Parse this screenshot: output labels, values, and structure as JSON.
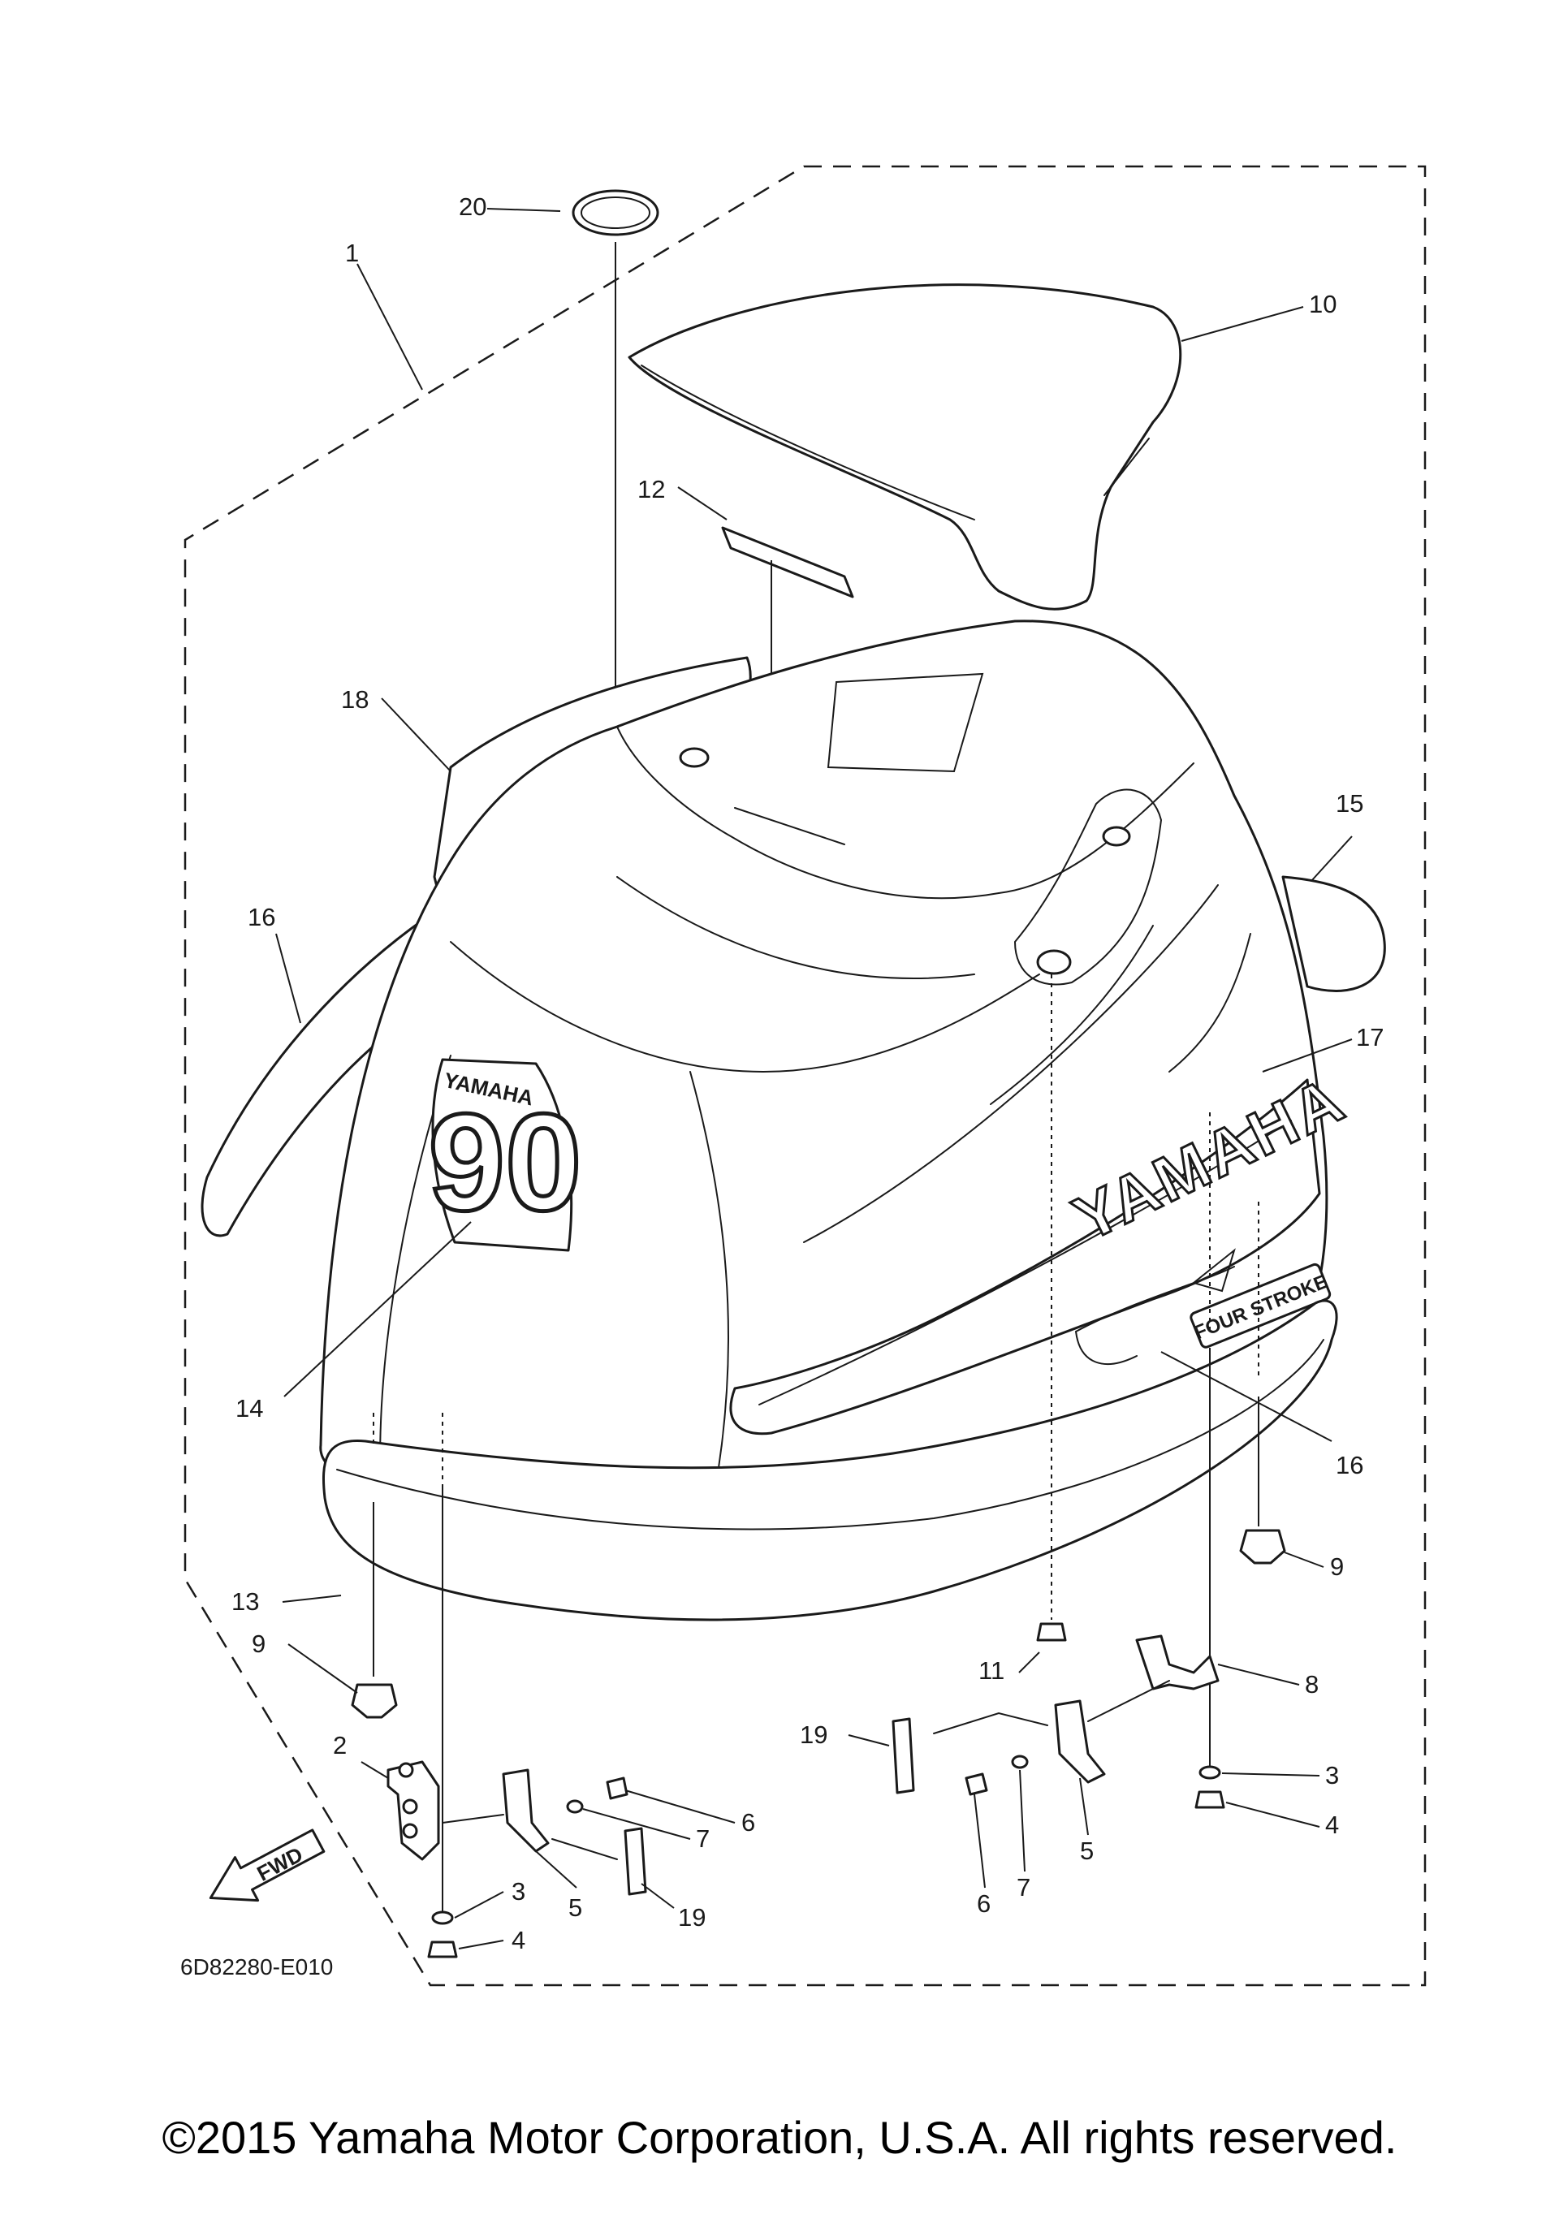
{
  "diagram": {
    "drawing_code": "6D82280-E010",
    "fwd_arrow_text": "FWD",
    "badge_brand_text": "YAMAHA",
    "badge_model_text": "90",
    "side_brand_text": "YAMAHA",
    "stroke_badge_text": "FOUR STROKE",
    "callouts": [
      "1",
      "2",
      "3",
      "3",
      "4",
      "4",
      "5",
      "5",
      "6",
      "6",
      "7",
      "7",
      "8",
      "9",
      "9",
      "10",
      "11",
      "12",
      "13",
      "14",
      "15",
      "16",
      "16",
      "17",
      "18",
      "19",
      "19",
      "20"
    ]
  },
  "copyright": "©2015 Yamaha Motor Corporation, U.S.A. All rights reserved."
}
